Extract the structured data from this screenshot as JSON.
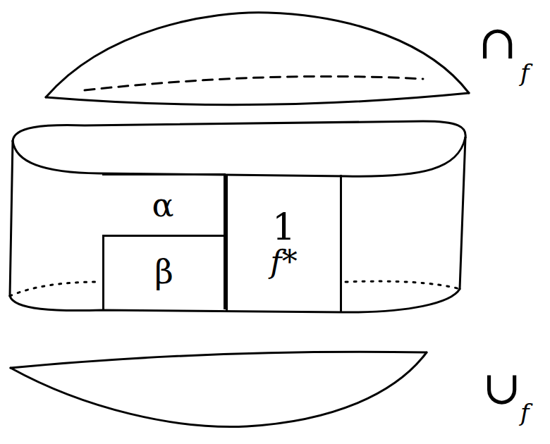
{
  "diagram": {
    "nodes": [
      {
        "text": [
          "α"
        ]
      },
      {
        "text": [
          "β"
        ]
      },
      {
        "text": [
          "1",
          "f*"
        ]
      }
    ],
    "labels": [
      "∩",
      "f",
      "∪",
      "f"
    ]
  }
}
